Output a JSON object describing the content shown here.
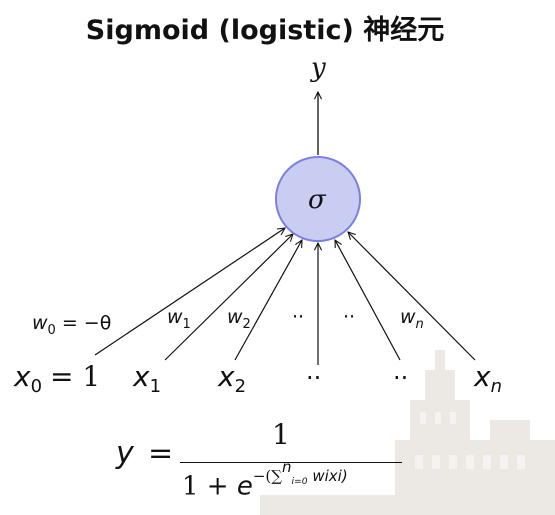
{
  "title": "Sigmoid (logistic) 神经元",
  "node": {
    "label": "σ",
    "fill": "#c9cdf2",
    "stroke": "#7a7fe0"
  },
  "output": {
    "label": "y"
  },
  "weights": [
    "w",
    "w",
    "w",
    "··",
    "··",
    "w"
  ],
  "weight_subs": [
    "0",
    "1",
    "2",
    "",
    "",
    "n"
  ],
  "weight0_suffix": "= −θ",
  "inputs": [
    "x",
    "x",
    "x",
    "··",
    "··",
    "x"
  ],
  "input_subs": [
    "0",
    "1",
    "2",
    "",
    "",
    "n"
  ],
  "input0_suffix": "= 1",
  "formula": {
    "lhs": "y",
    "eq": "=",
    "numerator": "1",
    "den_prefix": "1 +",
    "den_e": "e",
    "exp_prefix": "−(∑",
    "exp_lower": "i=0",
    "exp_upper": "n",
    "exp_body": "wixi)"
  }
}
